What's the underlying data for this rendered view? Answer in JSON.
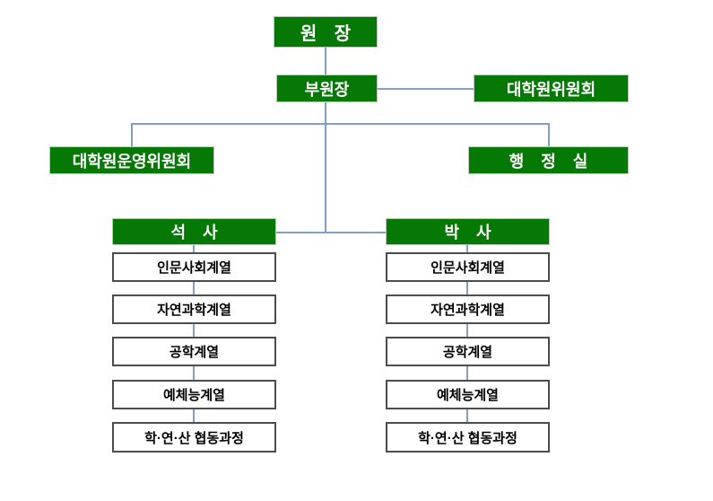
{
  "diagram": {
    "type": "organization-chart",
    "title": "Graduate School Organization Chart",
    "colors": {
      "box_fill": "#067806",
      "box_text": "#ffffff",
      "connector": "#7f9fc4",
      "sub_box_border": "#4c4c4c",
      "sub_box_fill": "#ffffff",
      "sub_box_text": "#000000",
      "background": "#ffffff"
    },
    "nodes": {
      "director": {
        "label": "원  장"
      },
      "vice_director": {
        "label": "부원장"
      },
      "graduate_committee": {
        "label": "대학원위원회"
      },
      "operating_committee": {
        "label": "대학원운영위원회"
      },
      "admin_office": {
        "label": "행 정 실"
      },
      "masters": {
        "label": "석  사"
      },
      "doctorate": {
        "label": "박  사"
      }
    },
    "masters_programs": [
      {
        "label": "인문사회계열"
      },
      {
        "label": "자연과학계열"
      },
      {
        "label": "공학계열"
      },
      {
        "label": "예체능계열"
      },
      {
        "label": "학·연·산 협동과정"
      }
    ],
    "doctorate_programs": [
      {
        "label": "인문사회계열"
      },
      {
        "label": "자연과학계열"
      },
      {
        "label": "공학계열"
      },
      {
        "label": "예체능계열"
      },
      {
        "label": "학·연·산 협동과정"
      }
    ]
  }
}
